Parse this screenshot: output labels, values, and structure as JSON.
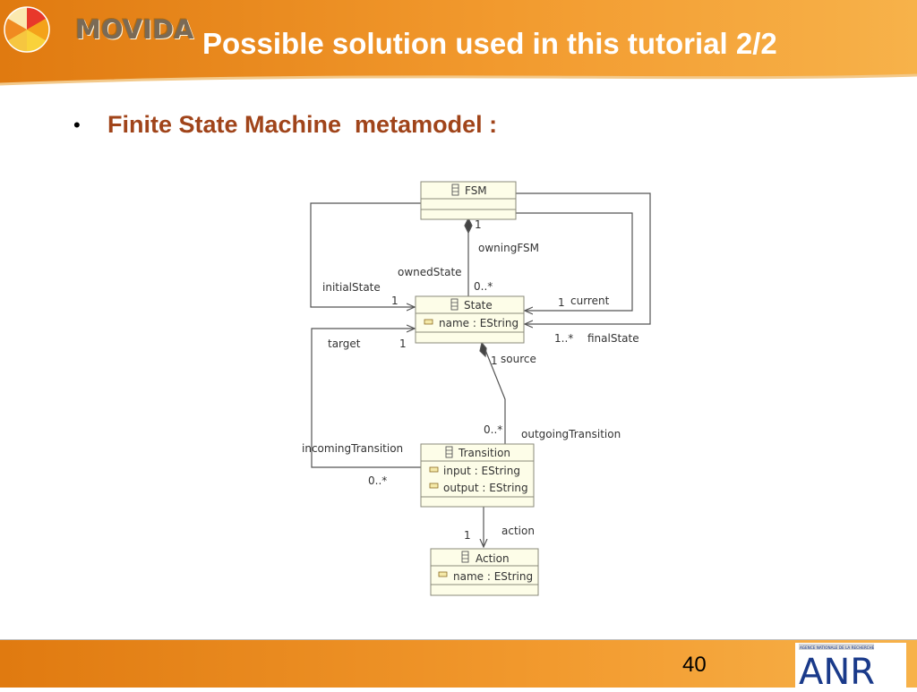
{
  "header": {
    "logo_text": "MOVIDA",
    "title": "Possible solution used in this tutorial 2/2",
    "colors": {
      "orange_dark": "#e07a10",
      "orange_light": "#f7b24a"
    }
  },
  "bullet": {
    "symbol": "•",
    "text": "Finite State Machine  metamodel :",
    "color": "#a0441a"
  },
  "diagram": {
    "classes": {
      "fsm": {
        "name": "FSM"
      },
      "state": {
        "name": "State",
        "attributes": [
          "name : EString"
        ]
      },
      "transition": {
        "name": "Transition",
        "attributes": [
          "input : EString",
          "output : EString"
        ]
      },
      "action": {
        "name": "Action",
        "attributes": [
          "name : EString"
        ]
      }
    },
    "labels": {
      "fsm_owned_mult": "1",
      "owning_fsm": "owningFSM",
      "owned_state": "ownedState",
      "owned_state_mult": "0..*",
      "initial_state": "initialState",
      "initial_state_mult": "1",
      "current_mult": "1",
      "current": "current",
      "final_state_mult": "1..*",
      "final_state": "finalState",
      "target": "target",
      "target_mult": "1",
      "source_mult": "1",
      "source": "source",
      "outgoing_mult": "0..*",
      "outgoing_transition": "outgoingTransition",
      "incoming_transition": "incomingTransition",
      "incoming_mult": "0..*",
      "action_mult": "1",
      "action": "action"
    }
  },
  "footer": {
    "page_number": "40",
    "partner_logo_text": "ANR",
    "partner_logo_caption": "AGENCE NATIONALE DE LA RECHERCHE"
  }
}
